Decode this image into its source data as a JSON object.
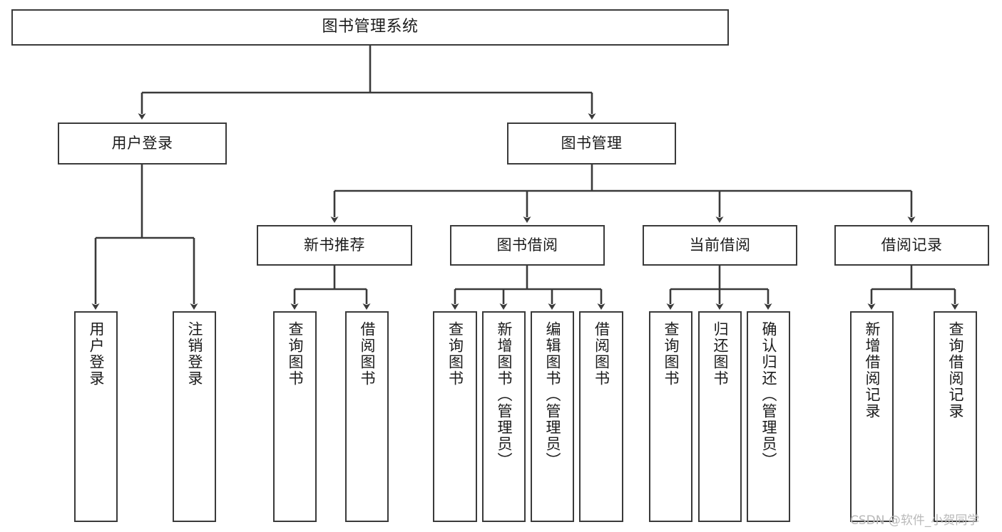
{
  "diagram": {
    "type": "tree",
    "title": "图书管理系统",
    "orientation": "top-down",
    "colors": {
      "box_border": "#3a3a3a",
      "box_fill": "#ffffff",
      "edge": "#3a3a3a",
      "text": "#1b1b1b",
      "watermark": "#b9b9b9"
    },
    "levels": [
      {
        "level": 1,
        "nodes": [
          {
            "id": "root",
            "label": "图书管理系统",
            "orientation": "horizontal"
          }
        ]
      },
      {
        "level": 2,
        "nodes": [
          {
            "id": "login",
            "label": "用户登录",
            "orientation": "horizontal",
            "parent": "root"
          },
          {
            "id": "bookmgmt",
            "label": "图书管理",
            "orientation": "horizontal",
            "parent": "root"
          }
        ]
      },
      {
        "level": 3,
        "nodes": [
          {
            "id": "newbook",
            "label": "新书推荐",
            "orientation": "horizontal",
            "parent": "bookmgmt"
          },
          {
            "id": "borrow",
            "label": "图书借阅",
            "orientation": "horizontal",
            "parent": "bookmgmt"
          },
          {
            "id": "current",
            "label": "当前借阅",
            "orientation": "horizontal",
            "parent": "bookmgmt"
          },
          {
            "id": "records",
            "label": "借阅记录",
            "orientation": "horizontal",
            "parent": "bookmgmt"
          }
        ]
      },
      {
        "level": 4,
        "nodes": [
          {
            "id": "leaf1",
            "label": "用户登录",
            "orientation": "vertical",
            "parent": "login"
          },
          {
            "id": "leaf2",
            "label": "注销登录",
            "orientation": "vertical",
            "parent": "login"
          },
          {
            "id": "leaf3",
            "label": "查询图书",
            "orientation": "vertical",
            "parent": "newbook"
          },
          {
            "id": "leaf4",
            "label": "借阅图书",
            "orientation": "vertical",
            "parent": "newbook"
          },
          {
            "id": "leaf5",
            "label": "查询图书",
            "orientation": "vertical",
            "parent": "borrow"
          },
          {
            "id": "leaf6",
            "label": "新增图书（管理员）",
            "orientation": "vertical",
            "parent": "borrow"
          },
          {
            "id": "leaf7",
            "label": "编辑图书（管理员）",
            "orientation": "vertical",
            "parent": "borrow"
          },
          {
            "id": "leaf8",
            "label": "借阅图书",
            "orientation": "vertical",
            "parent": "borrow"
          },
          {
            "id": "leaf9",
            "label": "查询图书",
            "orientation": "vertical",
            "parent": "current"
          },
          {
            "id": "leaf10",
            "label": "归还图书",
            "orientation": "vertical",
            "parent": "current"
          },
          {
            "id": "leaf11",
            "label": "确认归还（管理员）",
            "orientation": "vertical",
            "parent": "current"
          },
          {
            "id": "leaf12",
            "label": "新增借阅记录",
            "orientation": "vertical",
            "parent": "records"
          },
          {
            "id": "leaf13",
            "label": "查询借阅记录",
            "orientation": "vertical",
            "parent": "records"
          }
        ]
      }
    ]
  },
  "watermark": {
    "text": "CSDN @软件_小贺同学"
  }
}
